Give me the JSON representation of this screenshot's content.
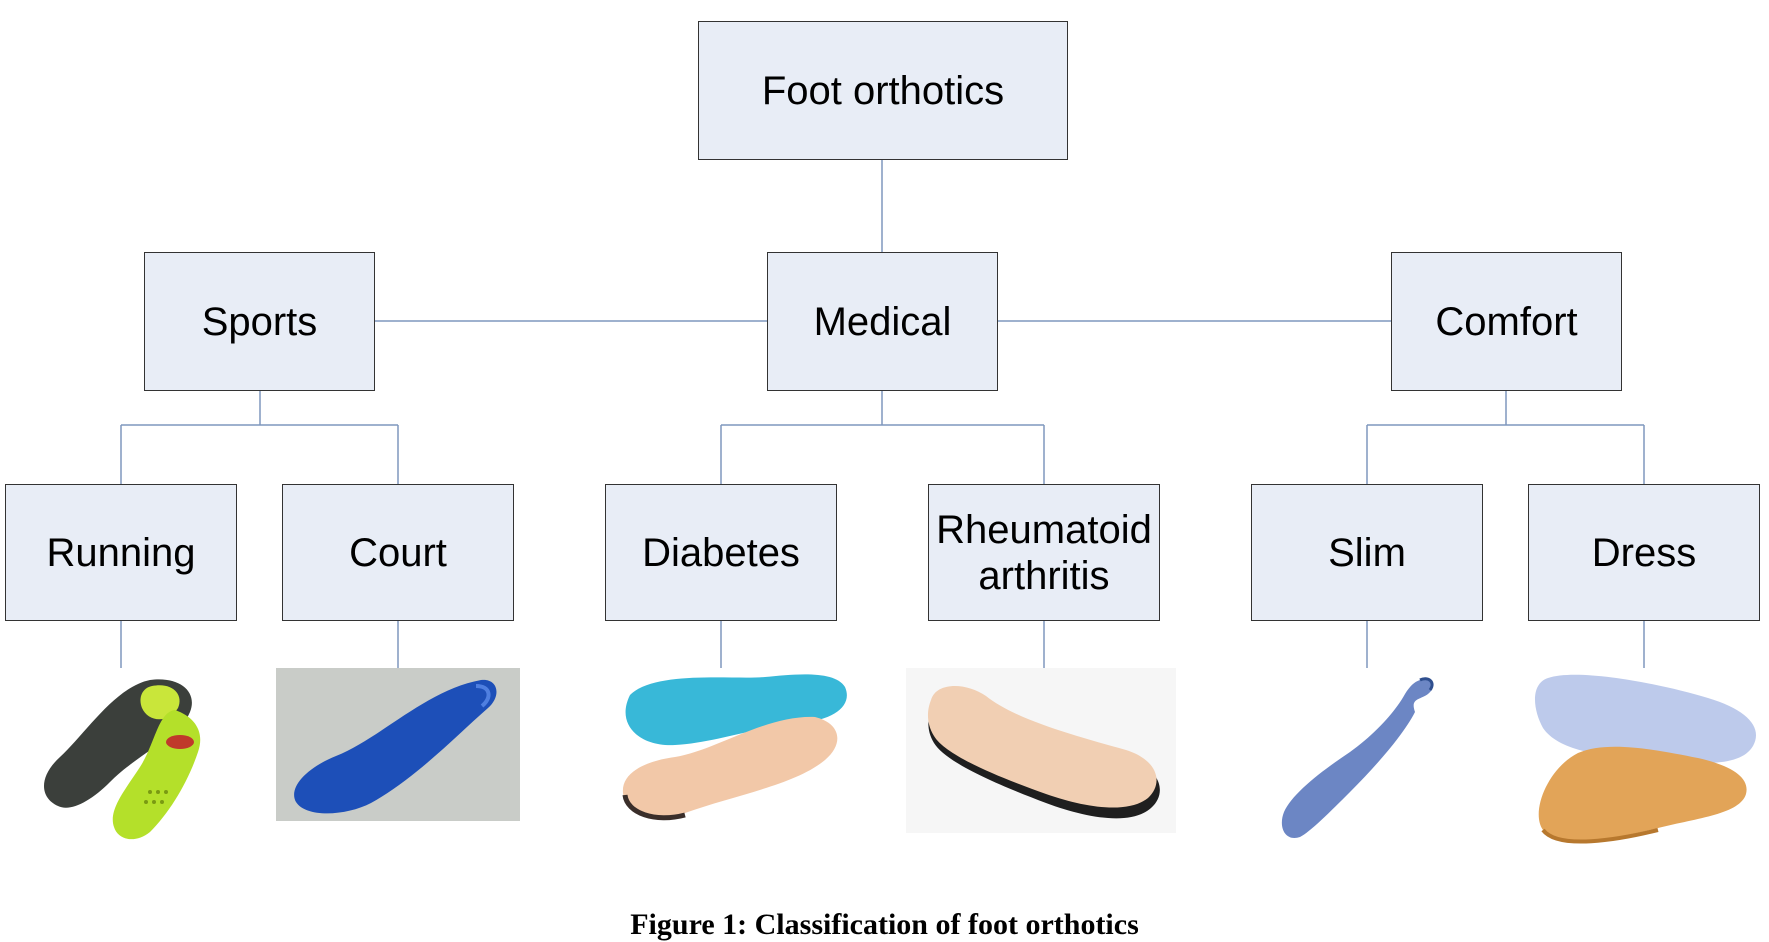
{
  "diagram": {
    "root": "Foot orthotics",
    "categories": [
      {
        "label": "Sports",
        "children": [
          "Running",
          "Court"
        ]
      },
      {
        "label": "Medical",
        "children": [
          "Diabetes",
          "Rheumatoid\narthritis"
        ]
      },
      {
        "label": "Comfort",
        "children": [
          "Slim",
          "Dress"
        ]
      }
    ],
    "caption": "Figure 1: Classification of foot orthotics",
    "colors": {
      "box_fill": "#e8edf6",
      "box_border": "#333333",
      "connector": "#7f97bd"
    },
    "images": [
      {
        "name": "running-insoles-image",
        "depicts": "pair of dark grey and lime green sport insoles"
      },
      {
        "name": "court-insole-image",
        "depicts": "blue full-length insole on grey background"
      },
      {
        "name": "diabetes-insoles-image",
        "depicts": "light blue and peach cushioned insoles"
      },
      {
        "name": "rheumatoid-insole-image",
        "depicts": "peach insole with black sole layer"
      },
      {
        "name": "slim-insole-image",
        "depicts": "slim blue-grey insole"
      },
      {
        "name": "dress-insoles-image",
        "depicts": "light blue and tan dress insoles"
      }
    ]
  }
}
